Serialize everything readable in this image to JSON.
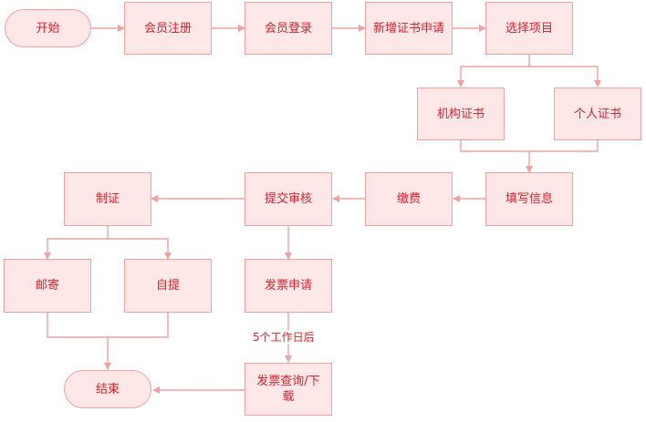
{
  "flow": {
    "start": "开始",
    "register": "会员注册",
    "login": "会员登录",
    "new_application": "新增证书申请",
    "select_item": "选择项目",
    "org_cert": "机构证书",
    "personal_cert": "个人证书",
    "fill_info": "填写信息",
    "payment": "缴费",
    "submit_review": "提交审核",
    "make_cert": "制证",
    "mail": "邮寄",
    "self_pickup": "自提",
    "invoice_apply": "发票申请",
    "invoice_note": "5个工作日后",
    "invoice_query": "发票查询/下载",
    "end": "结束"
  },
  "colors": {
    "box_fill": "#fde7e7",
    "box_border": "#f4a0a0",
    "text": "#e0202a",
    "edge": "#f4a0a0"
  }
}
